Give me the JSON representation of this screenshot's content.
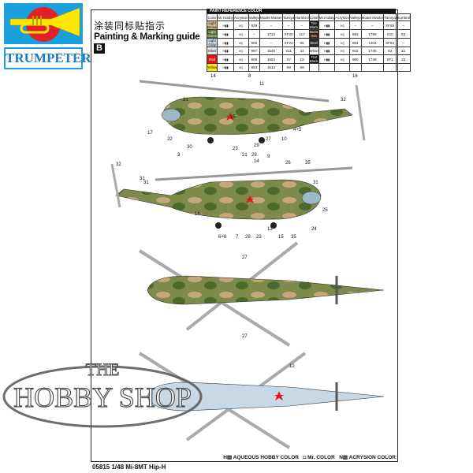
{
  "brand": {
    "name": "TRUMPETER",
    "colors": {
      "logo_bg": "#1aa0dc",
      "sun": "#e32027",
      "trumpet": "#ffe600"
    }
  },
  "header": {
    "title_cn": "涂装同标贴指示",
    "title_en": "Painting & Marking guide",
    "sheet": "B"
  },
  "paint_table": {
    "title": "PAINT REFERENCE COLOR",
    "columns": [
      "Color",
      "Mr.Hobby",
      "Acrysion",
      "Vallejo",
      "Model Master",
      "Tamiya",
      "Humbrol"
    ],
    "left": [
      {
        "name": "Light Brown",
        "swatch": "#d4b98f",
        "vallejo": "929",
        "mm": "–",
        "tamiya": "–",
        "humbrol": "–"
      },
      {
        "name": "Light Green",
        "swatch": "#4f6b2a",
        "vallejo": "–",
        "mm": "1713",
        "tamiya": "XF20",
        "humbrol": "117"
      },
      {
        "name": "Light Gray",
        "swatch": "#c8d8e4",
        "vallejo": "906",
        "mm": "–",
        "tamiya": "XF23",
        "humbrol": "65"
      },
      {
        "name": "Silver",
        "swatch": "#e6e6e6",
        "vallejo": "997",
        "mm": "1546",
        "tamiya": "X11",
        "humbrol": "11"
      },
      {
        "name": "Red",
        "swatch": "#e3141b",
        "vallejo": "908",
        "mm": "1503",
        "tamiya": "X7",
        "humbrol": "19"
      },
      {
        "name": "Yellow",
        "swatch": "#ffe600",
        "vallejo": "953",
        "mm": "1514",
        "tamiya": "X8",
        "humbrol": "69"
      }
    ],
    "right": [
      {
        "name": "Tire Black",
        "swatch": "#1a1a1a",
        "vallejo": "–",
        "mm": "–",
        "tamiya": "XF85",
        "humbrol": "–"
      },
      {
        "name": "Burnt Iron",
        "swatch": "#3a2418",
        "vallejo": "863",
        "mm": "1795",
        "tamiya": "X10",
        "humbrol": "53"
      },
      {
        "name": "Steel",
        "swatch": "#2a2a2a",
        "vallejo": "864",
        "mm": "1402",
        "tamiya": "XF84",
        "humbrol": "–"
      },
      {
        "name": "White",
        "swatch": "#ffffff",
        "vallejo": "842",
        "mm": "1745",
        "tamiya": "X2",
        "humbrol": "22"
      },
      {
        "name": "Flat Black",
        "swatch": "#111111",
        "vallejo": "950",
        "mm": "1749",
        "tamiya": "XF1",
        "humbrol": "33"
      }
    ]
  },
  "callouts": {
    "top": [
      "14",
      "8",
      "11",
      "31",
      "22",
      "17",
      "30",
      "3",
      "15",
      "23",
      "21",
      "28",
      "29",
      "27",
      "10",
      "9",
      "4+5",
      "16",
      "32",
      "31"
    ],
    "side2": [
      "32",
      "31",
      "14",
      "26",
      "35",
      "31",
      "16",
      "6+8",
      "7",
      "28",
      "23",
      "13",
      "15",
      "35",
      "24",
      "25"
    ],
    "plan": [
      "27",
      "27",
      "12"
    ]
  },
  "legend": {
    "h": "H",
    "h_text": "AQUEOUS HOBBY COLOR",
    "mr_text": "Mr. COLOR",
    "n": "N",
    "n_text": "ACRYSION COLOR"
  },
  "footer": {
    "text": "05815 1/48  Mi-8MT Hip-H"
  },
  "watermark": {
    "line1": "THE",
    "line2": "HOBBY SHOP"
  }
}
